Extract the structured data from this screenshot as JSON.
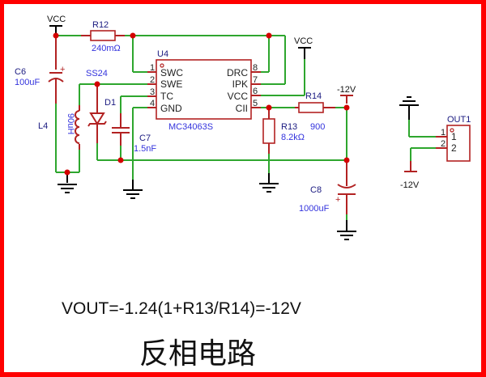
{
  "diagram": {
    "type": "schematic",
    "title": "反相电路",
    "formula": "VOUT=-1.24(1+R13/R14)=-12V",
    "nets": {
      "vcc_left": "VCC",
      "vcc_right": "VCC",
      "neg12_out": "-12V",
      "neg12_conn": "-12V"
    },
    "ic": {
      "ref": "U4",
      "part": "MC34063S",
      "pins_left": [
        {
          "num": "1",
          "name": "SWC"
        },
        {
          "num": "2",
          "name": "SWE"
        },
        {
          "num": "3",
          "name": "TC"
        },
        {
          "num": "4",
          "name": "GND"
        }
      ],
      "pins_right": [
        {
          "num": "8",
          "name": "DRC"
        },
        {
          "num": "7",
          "name": "IPK"
        },
        {
          "num": "6",
          "name": "VCC"
        },
        {
          "num": "5",
          "name": "CII"
        }
      ]
    },
    "components": {
      "r12": {
        "ref": "R12",
        "value": "240mΩ"
      },
      "r13": {
        "ref": "R13",
        "value": "8.2kΩ"
      },
      "r14": {
        "ref": "R14",
        "value": "900"
      },
      "c6": {
        "ref": "C6",
        "value": "100uF"
      },
      "c7": {
        "ref": "C7",
        "value": "1.5nF"
      },
      "c8": {
        "ref": "C8",
        "value": "1000uF"
      },
      "l4": {
        "ref": "L4",
        "value": "90uH"
      },
      "d1": {
        "ref": "D1",
        "value": "SS24"
      }
    },
    "connector": {
      "ref": "OUT1",
      "pins": [
        {
          "num": "1",
          "label": "1"
        },
        {
          "num": "2",
          "label": "2"
        }
      ]
    },
    "colors": {
      "border": "#ff0000",
      "wire": "#2ea62e",
      "component": "#b22222",
      "junction": "#d40000",
      "value_text": "#3333dd",
      "ref_text": "#1a1a80"
    }
  }
}
